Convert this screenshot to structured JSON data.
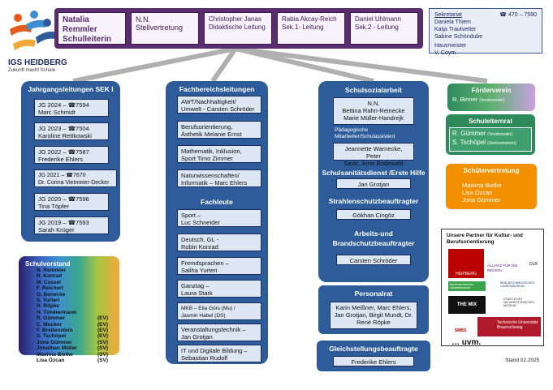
{
  "logo": {
    "name": "IGS HEIDBERG",
    "tagline": "Zukunft macht Schule"
  },
  "leadership": [
    {
      "name": "Natalia Remmler",
      "role": "Schulleiterin"
    },
    {
      "name": "N.N.",
      "role": "Stellvertretung"
    },
    {
      "name": "Christopher Janas",
      "role": "Didaktische Leitung"
    },
    {
      "name": "Rabia Akcay-Reich",
      "role": "Sek.1- Leitung"
    },
    {
      "name": "Daniel Uhlmann",
      "role": "Sek.2 - Leitung"
    }
  ],
  "sekretariat": {
    "label": "Sekretariat",
    "phone": "☎ 470 – 7590",
    "names": [
      "Daniela Thiem",
      "Katja Trautvetter",
      "Sabine Schöndube"
    ],
    "hausmeister_label": "Hausmeister",
    "hausmeister": "V. Coym"
  },
  "jahrgang": {
    "title": "Jahrgangsleitungen SEK I",
    "items": [
      {
        "line1": "JG 2024 – ☎7594",
        "line2": "Marc Schmidt"
      },
      {
        "line1": "JG 2023 – ☎7504",
        "line2": "Karoline Rettkowski"
      },
      {
        "line1": "JG 2022 – ☎7587",
        "line2": "Frederike Ehlers"
      },
      {
        "line1": "JG 2021 – ☎7670",
        "line2": "Dr. Corina Vietmeier-Decker"
      },
      {
        "line1": "JG 2020 – ☎7596",
        "line2": "Tina Töpfer"
      },
      {
        "line1": "JG 2019 – ☎7593",
        "line2": "Sarah Krüger"
      }
    ]
  },
  "fachbereich": {
    "title": "Fachbereichsleitungen",
    "items": [
      {
        "line1": "AWT/Nachhaltigkeit/",
        "line2": "Umwelt - Carsten Schröder"
      },
      {
        "line1": "Berufsorientierung,",
        "line2": "Ästhetik    Melanie Ernst"
      },
      {
        "line1": "Mathematik, Inklusion,",
        "line2": "Sport           Timo Zimmer"
      },
      {
        "line1": "Naturwissenschaften/",
        "line2": "Informatik – Marc Ehlers"
      }
    ]
  },
  "fachleute": {
    "title": "Fachleute",
    "items": [
      {
        "line1": "Sport –",
        "line2": "Luc Schneider"
      },
      {
        "line1": "Deutsch, GL -",
        "line2": "Robin Konrad"
      },
      {
        "line1": "Fremdsprachen –",
        "line2": "Saliha Yurteri"
      },
      {
        "line1": "Ganztag –",
        "line2": "Laura Stark"
      },
      {
        "line1": "MKB – Elia Görs (Mu) /",
        "line2": "Jasmin Habel (DS)"
      },
      {
        "line1": "Veranstaltungstechnik –",
        "line2": "Jan Grotjan"
      },
      {
        "line1": "IT und Digitale Bildung –",
        "line2": "Sebastian Rudolf"
      }
    ]
  },
  "sozial": {
    "title": "Schulsozialarbeit",
    "nn": "N.N.",
    "names": [
      "Bettina Rahn-Reinecke",
      "Marie Müller-Handrejk"
    ],
    "paed_label": "Pädagogische Mitarbeiter/Schulassistent",
    "paed_names": [
      "Jeannette Warnecke, Peter",
      "Savic, Arne Rodewald"
    ],
    "sani_title": "Schulsanitätsdienst /Erste Hilfe",
    "sani": "Jan Grotjan",
    "strahlen_title": "Strahlenschutzbeauftragter",
    "strahlen": "Gökhan Cingöz",
    "brand_title": "Arbeits-und Brandschutzbeauftragter",
    "brand": "Carsten Schröder"
  },
  "personalrat": {
    "title": "Personalrat",
    "names": [
      "Karin Meißner, Marc Ehlers,",
      "Jan Grotjan, Birgit Mundt, Dr.",
      "René Röpke"
    ]
  },
  "gleichstellung": {
    "title": "Gleichstellungsbeauftragte",
    "name": "Frederike Ehlers"
  },
  "foerderverein": {
    "title": "Förderverein",
    "name": "R. Binner",
    "role": "(Vorsitzender)"
  },
  "schulelternrat": {
    "title": "Schulelternrat",
    "items": [
      {
        "name": "R. Gümmer",
        "role": "(Vorsitzender)"
      },
      {
        "name": "S. Tschöpel",
        "role": "(Stellvertreterin)"
      }
    ]
  },
  "schuelervertretung": {
    "title": "Schülervertretung",
    "names": [
      "Maxima Bielke",
      "Lisa Özcan",
      "Jona Gümmer"
    ]
  },
  "partner": {
    "title": "Unsere Partner für Kultur- und Berufsorientierung",
    "logos": [
      "HEIPBERG",
      "ALLIANZ FÜR DIE REGION",
      "DLR",
      "Niedersächsisches Landesmuseum",
      "BRAUNSCHWEIGISCHES LANDESMUSEUM",
      "THE MIX",
      "STAATLICHES NATURHISTORISCHES MUSEUM",
      "SMBS",
      "Technische Universität Braunschweig"
    ],
    "more": "… uvm."
  },
  "schulvorstand": {
    "title": "Schulvorstand",
    "members": [
      {
        "name": "N. Remmler",
        "tag": ""
      },
      {
        "name": "R. Konrad",
        "tag": ""
      },
      {
        "name": "M. Cassel",
        "tag": ""
      },
      {
        "name": "F. Reichert",
        "tag": ""
      },
      {
        "name": "O. Benecke",
        "tag": ""
      },
      {
        "name": "S. Yurteri",
        "tag": ""
      },
      {
        "name": "R. Röpke",
        "tag": ""
      },
      {
        "name": "H. Timmermann",
        "tag": ""
      },
      {
        "name": "R. Gümmer",
        "tag": "(EV)"
      },
      {
        "name": "C. Mucker",
        "tag": "(EV)"
      },
      {
        "name": "F. Breitenstein",
        "tag": "(EV)"
      },
      {
        "name": "S. Tschöpel",
        "tag": "(EV)"
      },
      {
        "name": "Jona Gümmer",
        "tag": "(SV)"
      },
      {
        "name": "Jonathan Möller",
        "tag": "(SV)"
      },
      {
        "name": "Maxima Bielke",
        "tag": "(SV)"
      },
      {
        "name": "Lisa Özcan",
        "tag": "(SV)"
      }
    ]
  },
  "stand": "Stand 02.2025"
}
